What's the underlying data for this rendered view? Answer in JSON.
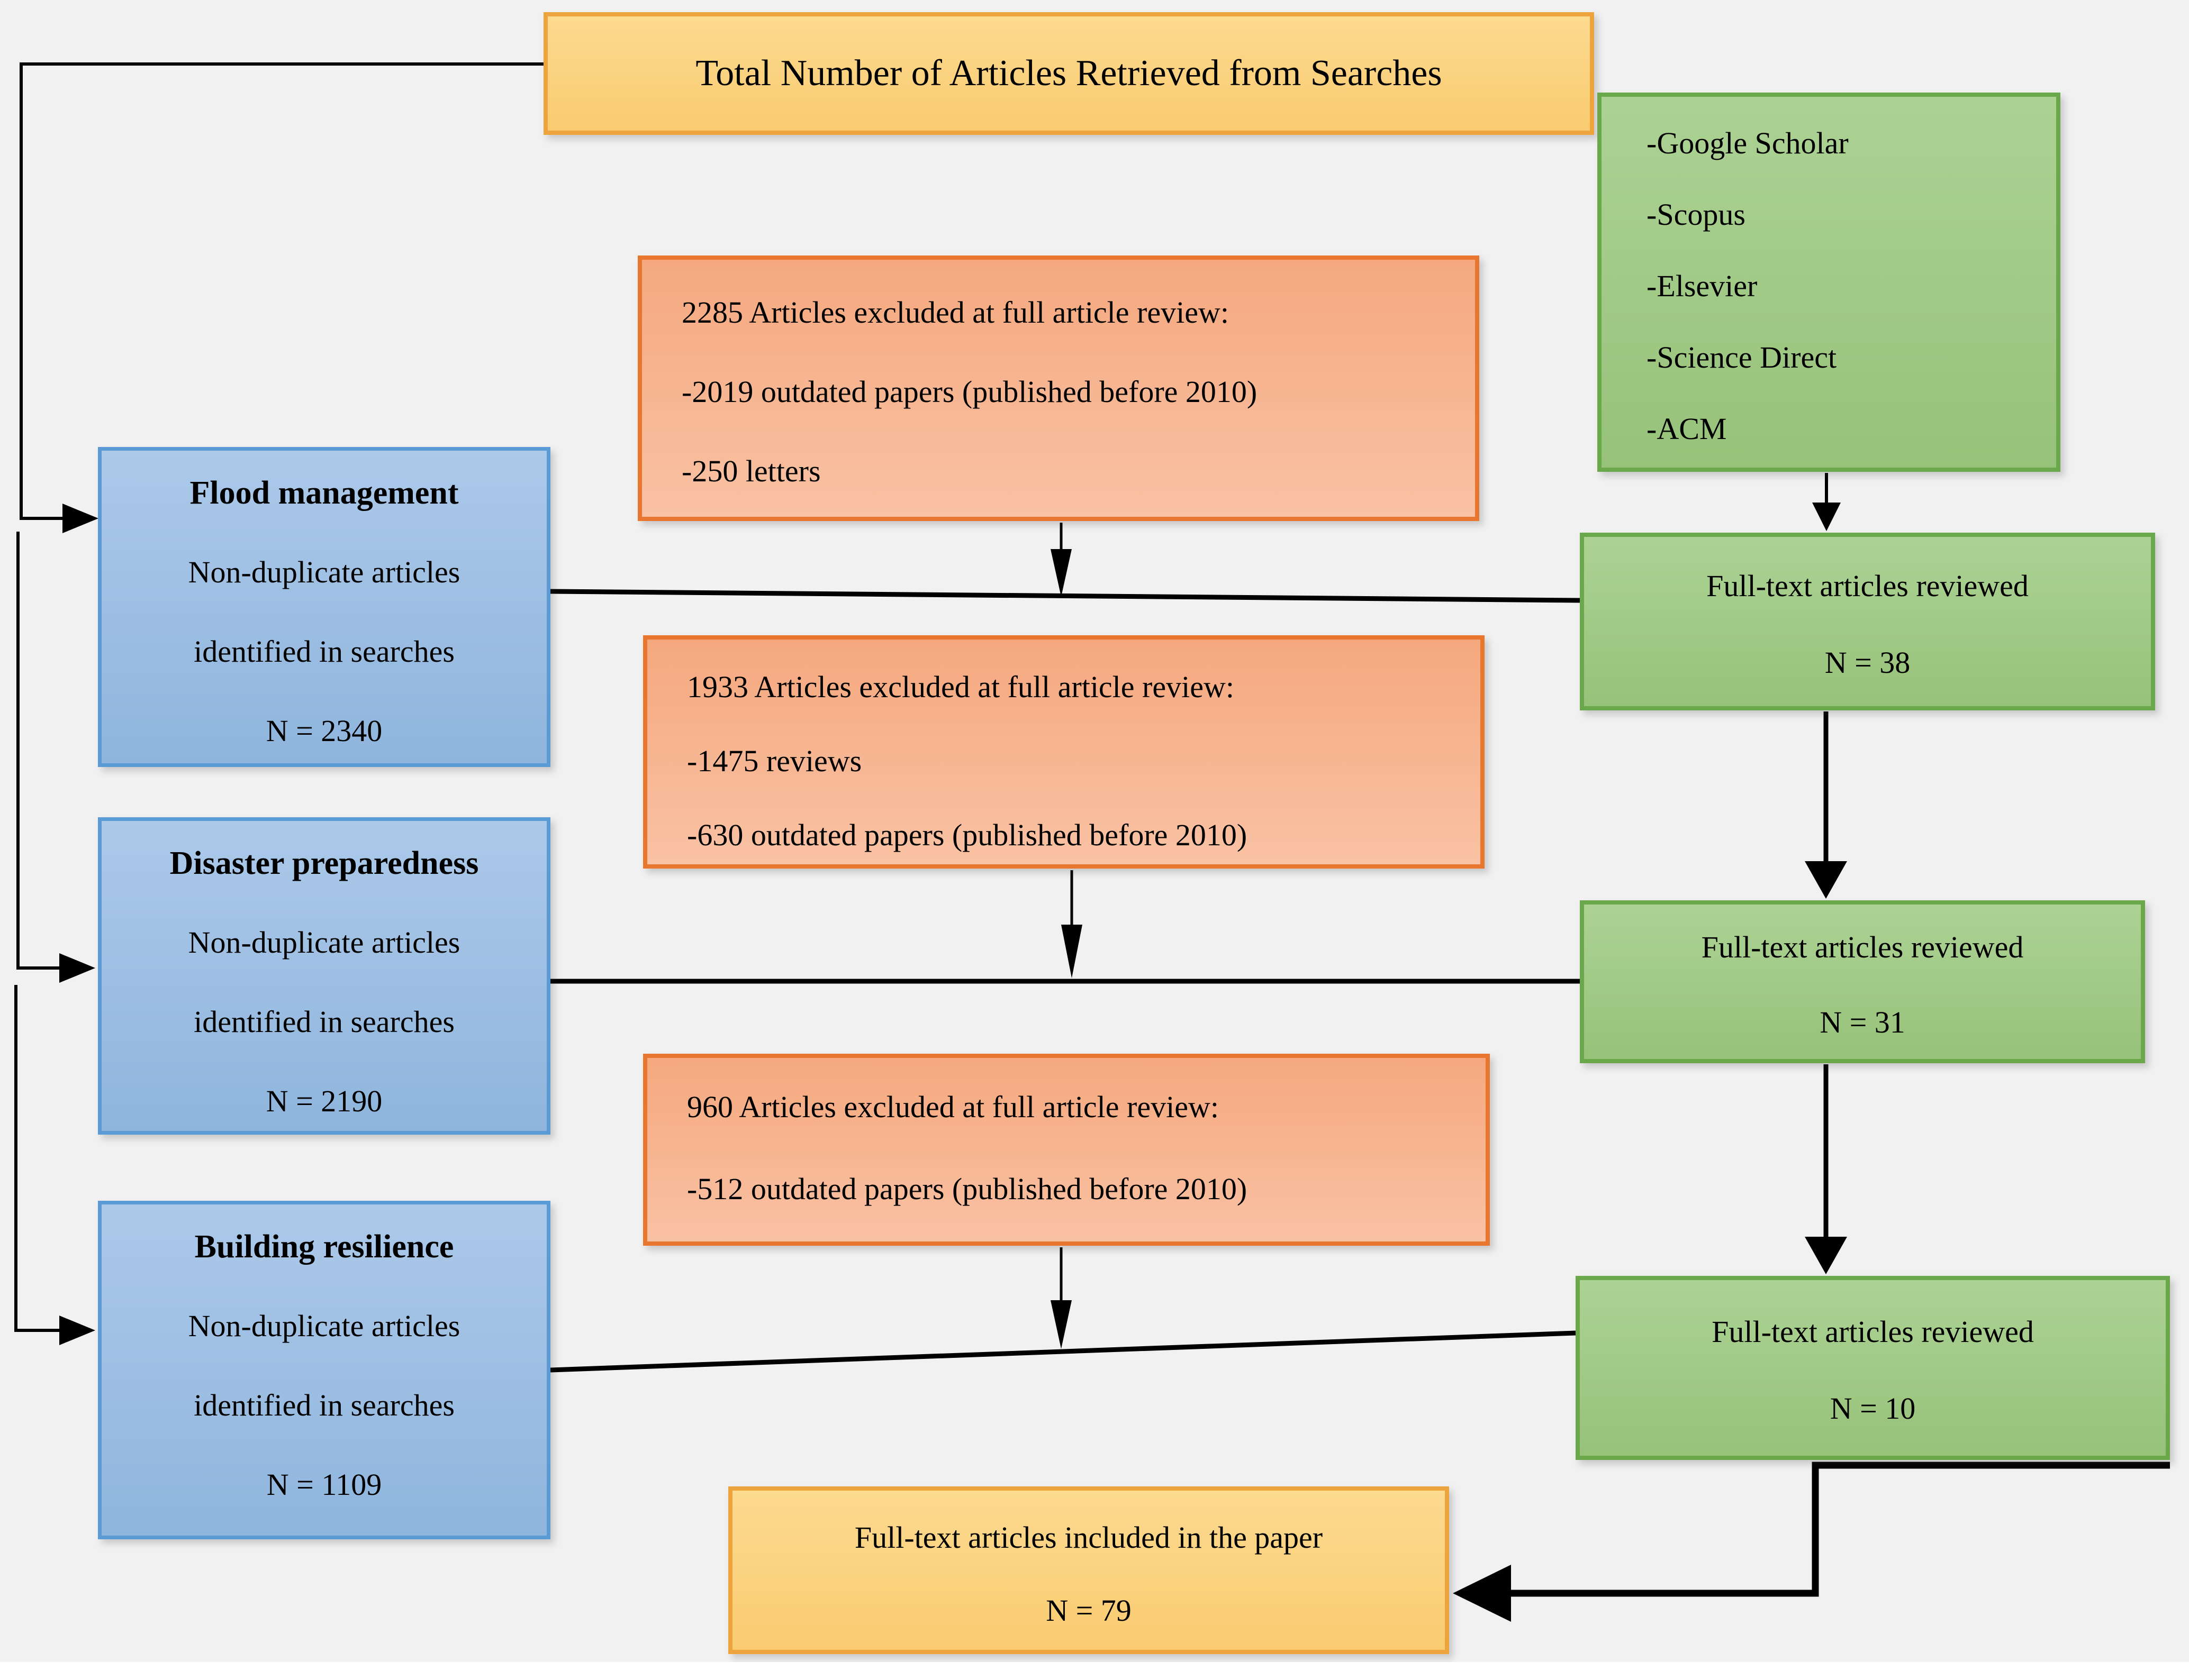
{
  "colors": {
    "background": "#F1F1F2",
    "yellow_fill": "#FBD586",
    "yellow_border": "#EDA43C",
    "green_fill": "#A5CE8C",
    "green_border": "#6BA84B",
    "orange_fill": "#F6B08A",
    "orange_border": "#E8762F",
    "blue_fill": "#9DBFE4",
    "blue_border": "#5B9BD5",
    "line_color": "#000000"
  },
  "top_box": {
    "label": "Total Number of Articles Retrieved from Searches"
  },
  "databases_box": {
    "items": [
      "-Google Scholar",
      "-Scopus",
      "-Elsevier",
      "-Science Direct",
      "-ACM"
    ]
  },
  "exclusion_boxes": [
    {
      "lines": [
        "2285 Articles excluded at full article review:",
        "-2019 outdated papers (published before 2010)",
        "-250 letters"
      ]
    },
    {
      "lines": [
        "1933 Articles excluded at full article review:",
        "-1475 reviews",
        "-630 outdated papers (published before 2010)"
      ]
    },
    {
      "lines": [
        "960 Articles excluded at full article review:",
        "-512 outdated papers (published before 2010)"
      ]
    }
  ],
  "category_boxes": [
    {
      "title": "Flood management",
      "line1": "Non-duplicate articles",
      "line2": "identified in searches",
      "count": "N = 2340"
    },
    {
      "title": "Disaster preparedness",
      "line1": "Non-duplicate articles",
      "line2": "identified in searches",
      "count": "N = 2190"
    },
    {
      "title": "Building resilience",
      "line1": "Non-duplicate articles",
      "line2": "identified in searches",
      "count": "N = 1109"
    }
  ],
  "reviewed_boxes": [
    {
      "label": "Full-text articles reviewed",
      "count": "N = 38"
    },
    {
      "label": "Full-text articles reviewed",
      "count": "N = 31"
    },
    {
      "label": "Full-text articles reviewed",
      "count": "N = 10"
    }
  ],
  "included_box": {
    "label": "Full-text articles included in the paper",
    "count": "N = 79"
  }
}
